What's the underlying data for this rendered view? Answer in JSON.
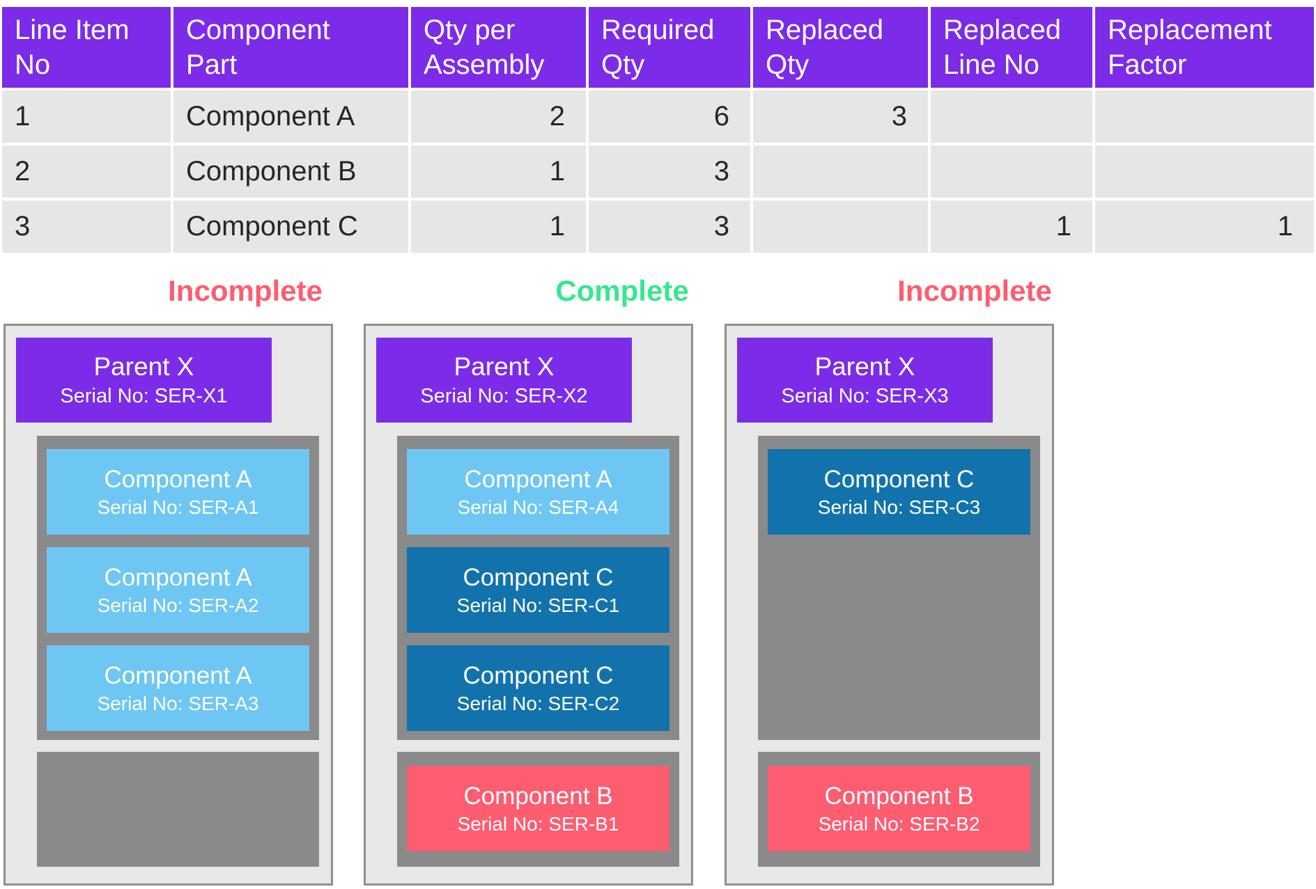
{
  "table": {
    "headers": [
      "Line Item\nNo",
      "Component\nPart",
      "Qty per\nAssembly",
      "Required\nQty",
      "Replaced\nQty",
      "Replaced\nLine No",
      "Replacement\nFactor"
    ],
    "rows": [
      {
        "cells": [
          "1",
          "Component A",
          "2",
          "6",
          "3",
          "",
          ""
        ]
      },
      {
        "cells": [
          "2",
          "Component B",
          "1",
          "3",
          "",
          "",
          ""
        ]
      },
      {
        "cells": [
          "3",
          "Component C",
          "1",
          "3",
          "",
          "1",
          "1"
        ]
      }
    ]
  },
  "panels": [
    {
      "status_label": "Incomplete",
      "status_color": "#FC5D70",
      "parent": {
        "name": "Parent X",
        "serial": "Serial No: SER-X1"
      },
      "installed": [
        {
          "name": "Component A",
          "serial": "Serial No: SER-A1"
        },
        {
          "name": "Component A",
          "serial": "Serial No: SER-A2"
        },
        {
          "name": "Component A",
          "serial": "Serial No: SER-A3"
        }
      ],
      "pending": []
    },
    {
      "status_label": "Complete",
      "status_color": "#36E78F",
      "parent": {
        "name": "Parent X",
        "serial": "Serial No: SER-X2"
      },
      "installed": [
        {
          "name": "Component A",
          "serial": "Serial No: SER-A4"
        },
        {
          "name": "Component C",
          "serial": "Serial No: SER-C1"
        },
        {
          "name": "Component C",
          "serial": "Serial No: SER-C2"
        }
      ],
      "pending": [
        {
          "name": "Component B",
          "serial": "Serial No: SER-B1"
        }
      ]
    },
    {
      "status_label": "Incomplete",
      "status_color": "#FC5D70",
      "parent": {
        "name": "Parent X",
        "serial": "Serial No: SER-X3"
      },
      "installed": [
        {
          "name": "Component C",
          "serial": "Serial No: SER-C3"
        }
      ],
      "pending": [
        {
          "name": "Component B",
          "serial": "Serial No: SER-B2"
        }
      ]
    }
  ],
  "colors": {
    "header_purple": "#7C2BE8",
    "row_gray": "#E6E6E6",
    "panel_bg": "#E8E8E8",
    "panel_border": "#8F8F8F",
    "container_gray": "#8A8A8A",
    "component_a_blue": "#6EC6F3",
    "component_c_blue": "#1273AC",
    "component_b_pink": "#FC5D70",
    "incomplete_red": "#FC5D70",
    "complete_green": "#36E78F"
  }
}
